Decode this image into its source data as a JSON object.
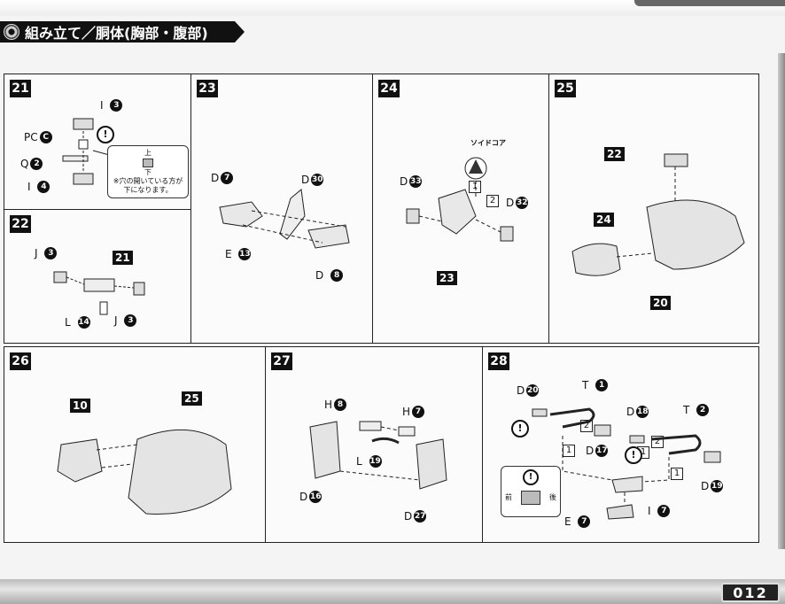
{
  "header": {
    "title": "組み立て／胴体(胸部・腹部)"
  },
  "page_number": "012",
  "panels": {
    "p21": {
      "num": "21",
      "labels": {
        "I_top": "I",
        "I_top_n": "3",
        "pc": "PC",
        "pc_n": "C",
        "q": "Q",
        "q_n": "2",
        "i_bot": "I",
        "i_bot_n": "4"
      },
      "excl": "!",
      "note": {
        "up": "上",
        "down": "下",
        "text1": "※穴の開いている方が",
        "text2": "下になります。"
      }
    },
    "p22": {
      "num": "22",
      "labels": {
        "j1": "J",
        "j1_n": "3",
        "ref": "21",
        "j2": "J",
        "j2_n": "3",
        "l": "L",
        "l_n": "14"
      }
    },
    "p23": {
      "num": "23",
      "labels": {
        "d1": "D",
        "d1_n": "7",
        "d2": "D",
        "d2_n": "30",
        "e": "E",
        "e_n": "13",
        "d3": "D",
        "d3_n": "8"
      }
    },
    "p24": {
      "num": "24",
      "labels": {
        "core": "ソイドコア",
        "d1": "D",
        "d1_n": "33",
        "d2": "D",
        "d2_n": "32",
        "step1": "1",
        "step2": "2",
        "ref": "23"
      }
    },
    "p25": {
      "num": "25",
      "labels": {
        "ref22": "22",
        "ref24": "24",
        "ref20": "20"
      }
    },
    "p26": {
      "num": "26",
      "labels": {
        "ref10": "10",
        "ref25": "25"
      }
    },
    "p27": {
      "num": "27",
      "labels": {
        "h1": "H",
        "h1_n": "8",
        "h2": "H",
        "h2_n": "7",
        "l": "L",
        "l_n": "19",
        "d1": "D",
        "d1_n": "16",
        "d2": "D",
        "d2_n": "27"
      }
    },
    "p28": {
      "num": "28",
      "labels": {
        "d1": "D",
        "d1_n": "20",
        "t1": "T",
        "t1_n": "1",
        "d2": "D",
        "d2_n": "18",
        "t2": "T",
        "t2_n": "2",
        "d3": "D",
        "d3_n": "17",
        "d4": "D",
        "d4_n": "19",
        "i": "I",
        "i_n": "7",
        "e": "E",
        "e_n": "7",
        "step1a": "1",
        "step2a": "2",
        "step1b": "1",
        "step2b": "2",
        "step1c": "1",
        "front": "前",
        "back": "後"
      }
    }
  }
}
